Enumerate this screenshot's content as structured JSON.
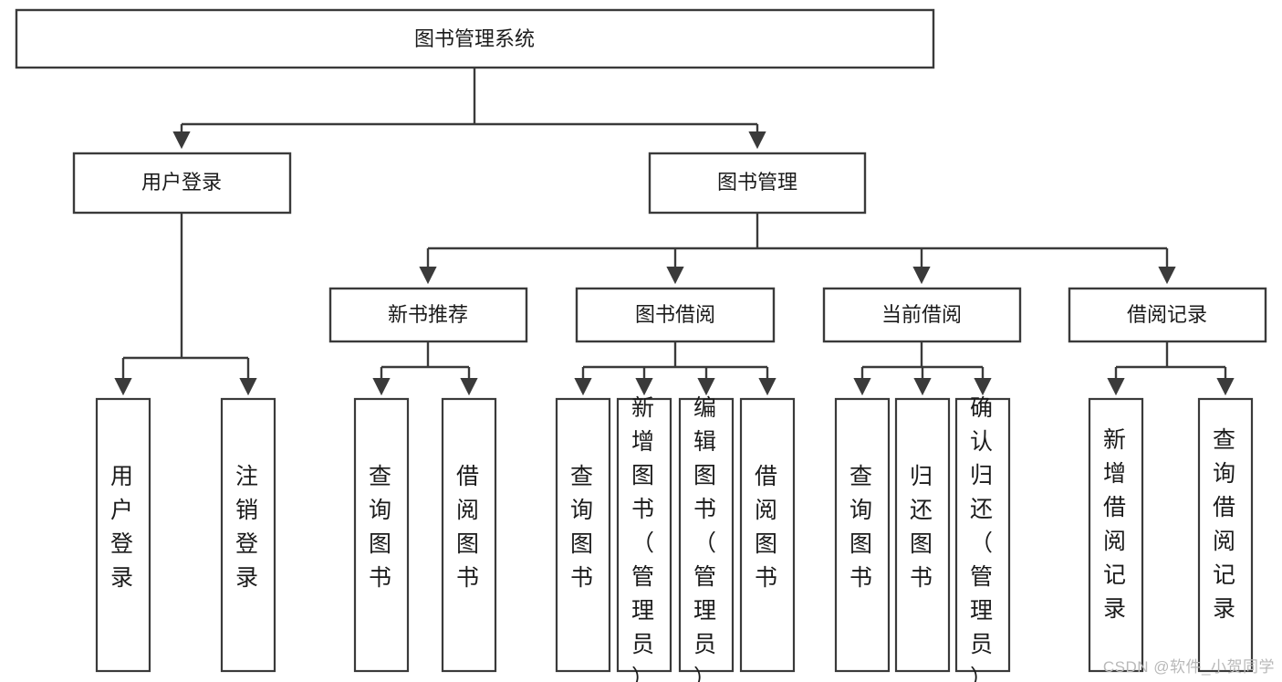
{
  "diagram": {
    "title": "图书管理系统",
    "type": "tree",
    "watermark": "CSDN @软件_小贺同学",
    "colors": {
      "stroke": "#3a3a3a",
      "fill": "#ffffff",
      "text": "#1b1b1b",
      "watermark": "#b9b9b9"
    },
    "root": {
      "label": "图书管理系统"
    },
    "level1": [
      {
        "label": "用户登录"
      },
      {
        "label": "图书管理"
      }
    ],
    "level2": [
      {
        "label": "新书推荐"
      },
      {
        "label": "图书借阅"
      },
      {
        "label": "当前借阅"
      },
      {
        "label": "借阅记录"
      }
    ],
    "leaves": {
      "user_login": [
        {
          "label": "用户登录"
        },
        {
          "label": "注销登录"
        }
      ],
      "new_book": [
        {
          "label": "查询图书"
        },
        {
          "label": "借阅图书"
        }
      ],
      "book_borrow": [
        {
          "label": "查询图书"
        },
        {
          "label": "新增图书（管理员）"
        },
        {
          "label": "编辑图书（管理员）"
        },
        {
          "label": "借阅图书"
        }
      ],
      "current_borrow": [
        {
          "label": "查询图书"
        },
        {
          "label": "归还图书"
        },
        {
          "label": "确认归还（管理员）"
        }
      ],
      "borrow_record": [
        {
          "label": "新增借阅记录"
        },
        {
          "label": "查询借阅记录"
        }
      ]
    }
  }
}
